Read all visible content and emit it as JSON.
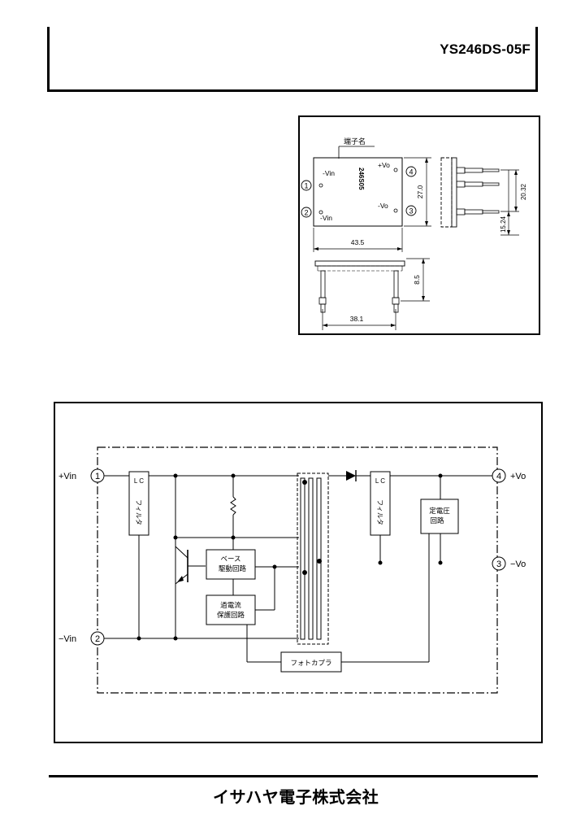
{
  "header": {
    "model": "YS246DS-05F"
  },
  "outline": {
    "terminal_name_label": "端子名",
    "module_marking": "246S05",
    "pin_labels": {
      "minus_vin_top": "-Vin",
      "minus_vin_bottom": "-Vin",
      "plus_vo": "+Vo",
      "minus_vo": "-Vo"
    },
    "pin_numbers": [
      "1",
      "2",
      "3",
      "4"
    ],
    "dimensions": {
      "width": "43.5",
      "height": "27.0",
      "pitch_a": "20.32",
      "pitch_b": "15.24",
      "depth": "8.5",
      "pin_span": "38.1"
    }
  },
  "circuit": {
    "terminals": {
      "plus_vin": "+Vin",
      "minus_vin": "−Vin",
      "plus_vo": "+Vo",
      "minus_vo": "−Vo"
    },
    "pin_numbers": [
      "1",
      "2",
      "3",
      "4"
    ],
    "blocks": {
      "lc_filter_in_a": "L C",
      "lc_filter_in_b": "フィルタ",
      "lc_filter_out_a": "L C",
      "lc_filter_out_b": "フィルタ",
      "base_drive_a": "ベース",
      "base_drive_b": "駆動回路",
      "overcurrent_a": "過電流",
      "overcurrent_b": "保護回路",
      "regulator_a": "定電圧",
      "regulator_b": "回路",
      "photocoupler": "フォトカプラ"
    }
  },
  "footer": {
    "company": "イサハヤ電子株式会社"
  }
}
